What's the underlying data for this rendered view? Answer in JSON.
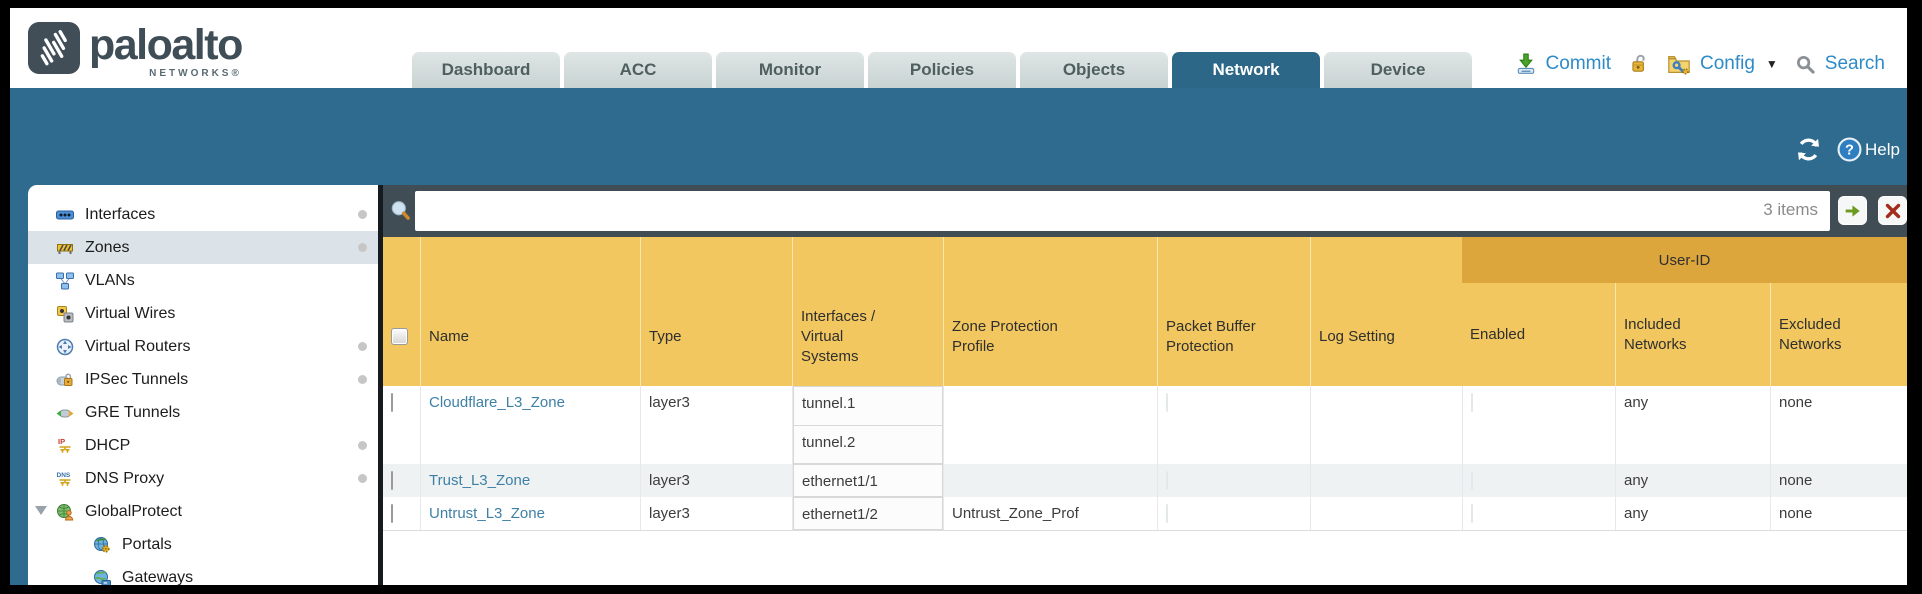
{
  "brand": {
    "wordmark": "paloalto",
    "tagline": "NETWORKS®"
  },
  "nav": {
    "tabs": [
      {
        "label": "Dashboard",
        "active": false
      },
      {
        "label": "ACC",
        "active": false
      },
      {
        "label": "Monitor",
        "active": false
      },
      {
        "label": "Policies",
        "active": false
      },
      {
        "label": "Objects",
        "active": false
      },
      {
        "label": "Network",
        "active": true
      },
      {
        "label": "Device",
        "active": false
      }
    ]
  },
  "actions": {
    "commit_label": "Commit",
    "config_label": "Config",
    "search_label": "Search"
  },
  "content_header": {
    "help_label": "Help"
  },
  "toolbar": {
    "count_label": "3 items",
    "search_value": ""
  },
  "sidebar": {
    "items": [
      {
        "label": "Interfaces",
        "has_dot": true,
        "selected": false
      },
      {
        "label": "Zones",
        "has_dot": true,
        "selected": true
      },
      {
        "label": "VLANs",
        "has_dot": false
      },
      {
        "label": "Virtual Wires",
        "has_dot": false
      },
      {
        "label": "Virtual Routers",
        "has_dot": true
      },
      {
        "label": "IPSec Tunnels",
        "has_dot": true
      },
      {
        "label": "GRE Tunnels",
        "has_dot": false
      },
      {
        "label": "DHCP",
        "has_dot": true
      },
      {
        "label": "DNS Proxy",
        "has_dot": true
      },
      {
        "label": "GlobalProtect",
        "has_dot": false,
        "expanded": true
      },
      {
        "label": "Portals",
        "child": true
      },
      {
        "label": "Gateways",
        "child": true
      }
    ]
  },
  "table": {
    "group_header": "User-ID",
    "headers": {
      "name": "Name",
      "type": "Type",
      "interfaces": "Interfaces / Virtual Systems",
      "zone_protection": "Zone Protection Profile",
      "packet_buffer": "Packet Buffer Protection",
      "log_setting": "Log Setting",
      "enabled": "Enabled",
      "included": "Included Networks",
      "excluded": "Excluded Networks"
    },
    "rows": [
      {
        "name": "Cloudflare_L3_Zone",
        "type": "layer3",
        "interfaces": [
          "tunnel.1",
          "tunnel.2"
        ],
        "zone_protection_profile": "",
        "log_setting": "",
        "included_networks": "any",
        "excluded_networks": "none"
      },
      {
        "name": "Trust_L3_Zone",
        "type": "layer3",
        "interfaces": [
          "ethernet1/1"
        ],
        "zone_protection_profile": "",
        "log_setting": "",
        "included_networks": "any",
        "excluded_networks": "none"
      },
      {
        "name": "Untrust_L3_Zone",
        "type": "layer3",
        "interfaces": [
          "ethernet1/2"
        ],
        "zone_protection_profile": "Untrust_Zone_Prof",
        "log_setting": "",
        "included_networks": "any",
        "excluded_networks": "none"
      }
    ]
  },
  "colors": {
    "teal": "#2f6b8e",
    "toolbar_dark": "#414d55",
    "header_yellow": "#f2c75f",
    "user_id_band": "#dca63d",
    "link_blue": "#3e80a5",
    "action_blue": "#2e8bc8"
  }
}
